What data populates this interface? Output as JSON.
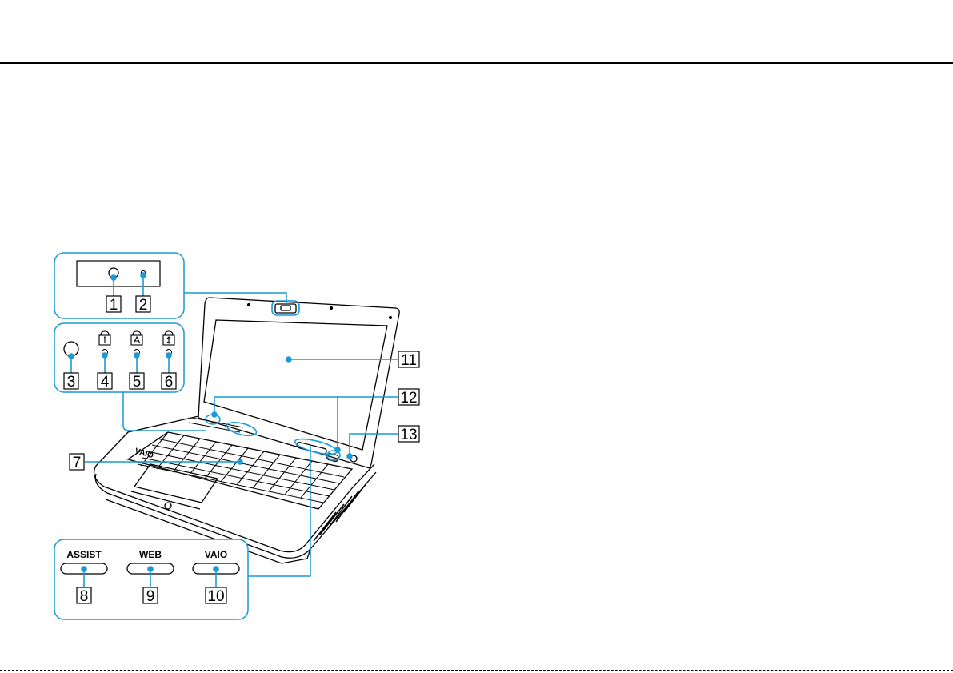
{
  "callouts": [
    "1",
    "2",
    "3",
    "4",
    "5",
    "6",
    "7",
    "8",
    "9",
    "10",
    "11",
    "12",
    "13"
  ],
  "buttons": {
    "assist": "ASSIST",
    "web": "WEB",
    "vaio": "VAIO"
  },
  "colors": {
    "callout_blue": "#1a9ad6",
    "panel_stroke": "#1a9ad6",
    "ink": "#000000"
  },
  "icons": [
    "num-lock-icon",
    "caps-lock-icon",
    "scroll-lock-icon",
    "vaio-logo-icon",
    "fingerprint-icon"
  ]
}
